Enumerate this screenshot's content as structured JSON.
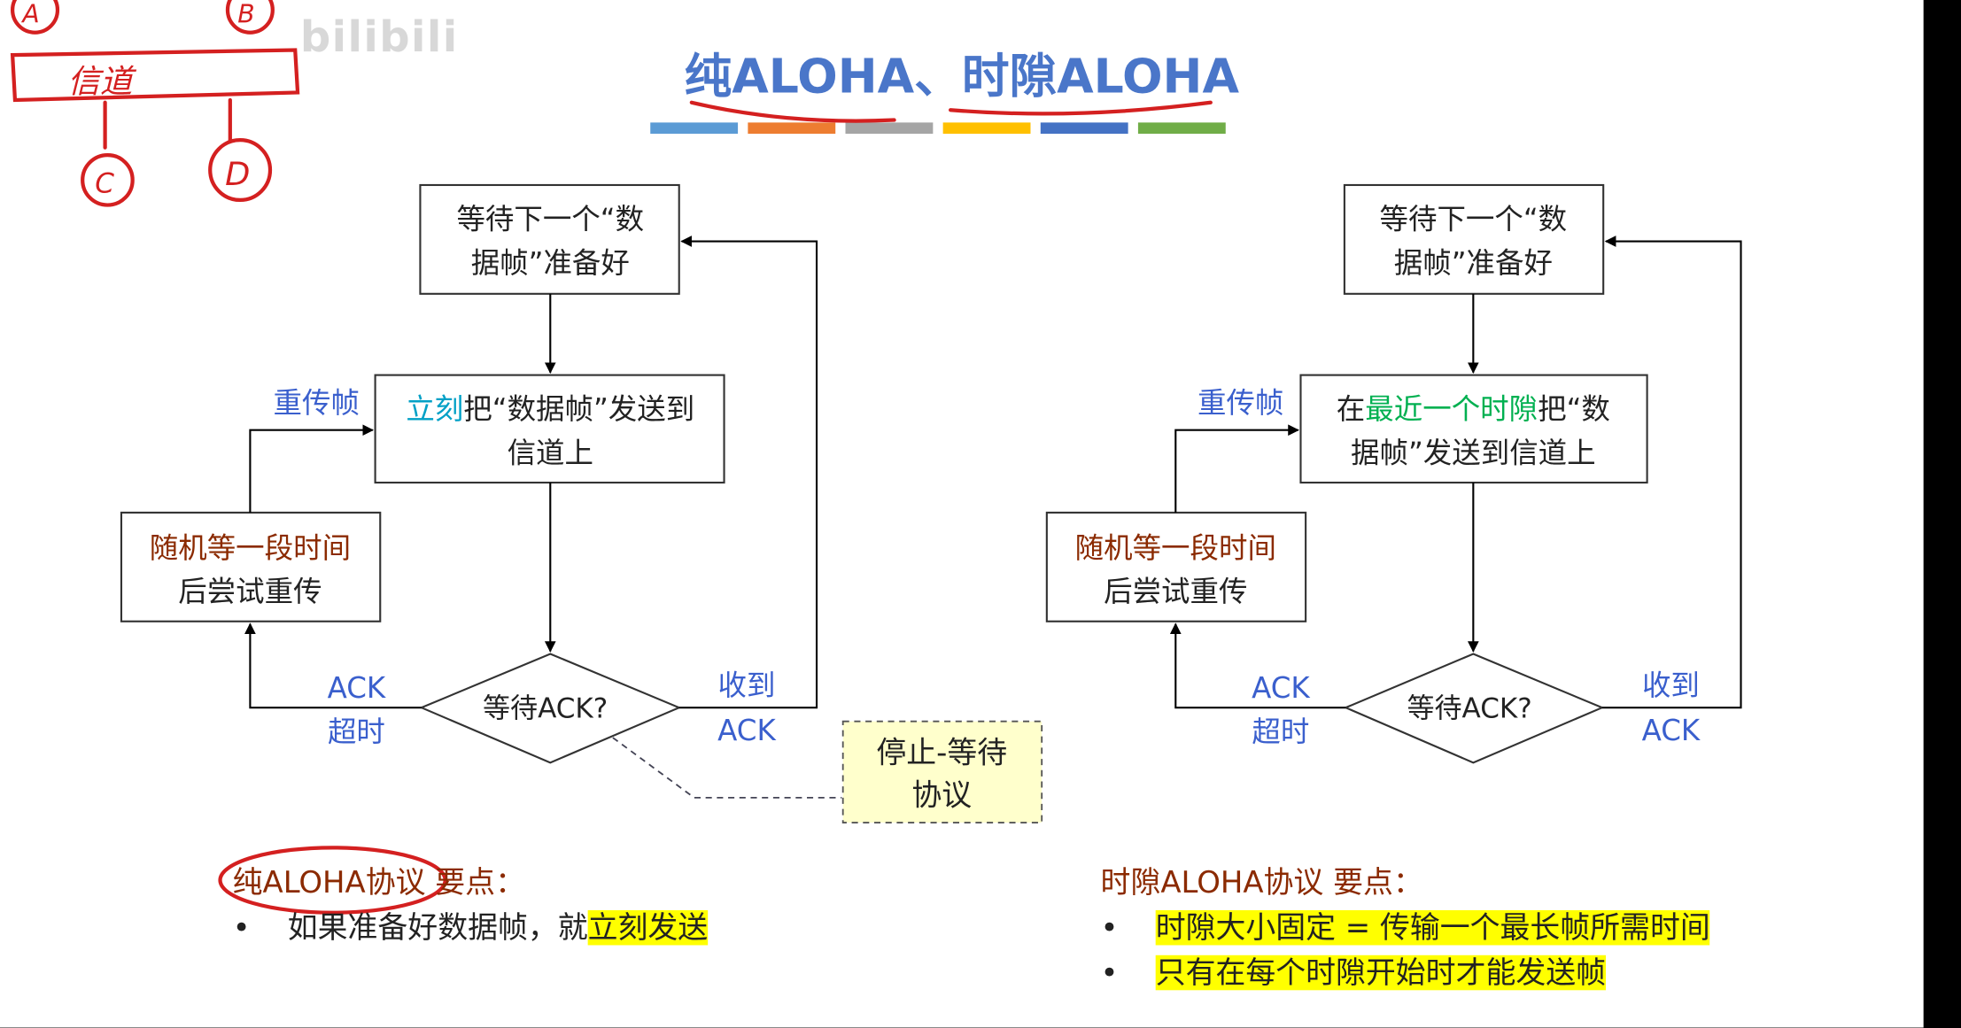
{
  "title": {
    "part1": "纯ALOHA",
    "sep": "、",
    "part2": "时隙ALOHA"
  },
  "watermark": "bilibili",
  "title_underline_colors": [
    "#5b9bd5",
    "#ed7d31",
    "#a5a5a5",
    "#ffc000",
    "#4472c4",
    "#70ad47"
  ],
  "colors": {
    "blue_label": "#3a5fcd",
    "brown": "#8b2a00",
    "cyan": "#00a0c6",
    "green": "#00b050",
    "red_ink": "#d42020",
    "highlight": "#ffff00"
  },
  "handwriting": {
    "label": "信道",
    "nodes": [
      "A",
      "B",
      "C",
      "D"
    ]
  },
  "pure": {
    "wait_frame": [
      "等待下一个“数",
      "据帧”准备好"
    ],
    "send": {
      "line1_prefix": "立刻",
      "line1_rest": "把“数据帧”发送到",
      "line2": "信道上"
    },
    "backoff": {
      "line1": "随机等一段时间",
      "line2": "后尝试重传"
    },
    "decision": "等待ACK?",
    "retransmit": "重传帧",
    "timeout": [
      "ACK",
      "超时"
    ],
    "received": [
      "收到",
      "ACK"
    ]
  },
  "slotted": {
    "wait_frame": [
      "等待下一个“数",
      "据帧”准备好"
    ],
    "send": {
      "line1_prefix": "在",
      "line1_green": "最近一个时隙",
      "line1_rest": "把“数",
      "line2": "据帧”发送到信道上"
    },
    "backoff": {
      "line1": "随机等一段时间",
      "line2": "后尝试重传"
    },
    "decision": "等待ACK?",
    "retransmit": "重传帧",
    "timeout": [
      "ACK",
      "超时"
    ],
    "received": [
      "收到",
      "ACK"
    ]
  },
  "callout": [
    "停止-等待",
    "协议"
  ],
  "notes_left": {
    "heading_brown": "纯ALOHA协议",
    "heading_rest": "要点：",
    "bullets": [
      {
        "text": "如果准备好数据帧，就",
        "highlight": "立刻发送"
      }
    ]
  },
  "notes_right": {
    "heading_brown": "时隙ALOHA协议",
    "heading_rest": "要点：",
    "bullets": [
      {
        "text": "",
        "highlight": "时隙大小固定 = 传输一个最长帧所需时间"
      },
      {
        "text": "",
        "highlight": "只有在每个时隙开始时才能发送帧"
      }
    ]
  }
}
